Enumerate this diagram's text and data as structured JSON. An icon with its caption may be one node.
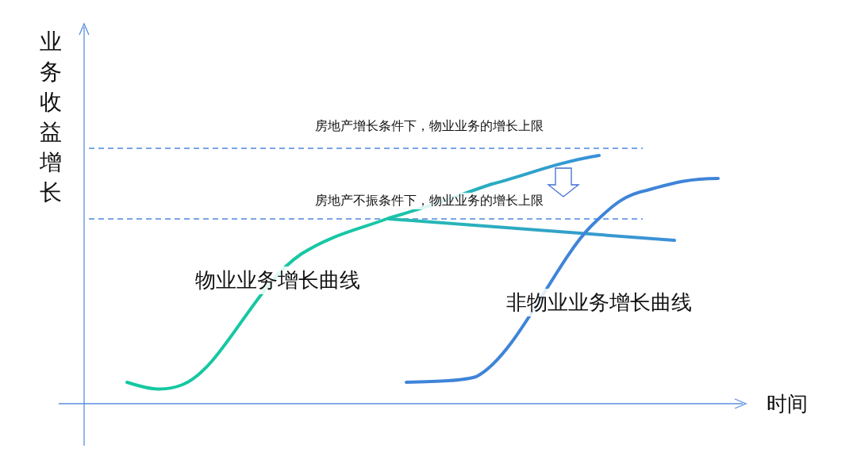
{
  "diagram": {
    "labels": [
      "业务收益增长",
      "房地产增长条件下，物业业务的增长上限",
      "房地产不振条件下，物业业务的增长上限",
      "物业业务增长曲线",
      "非物业业务增长曲线",
      "时间"
    ]
  }
}
